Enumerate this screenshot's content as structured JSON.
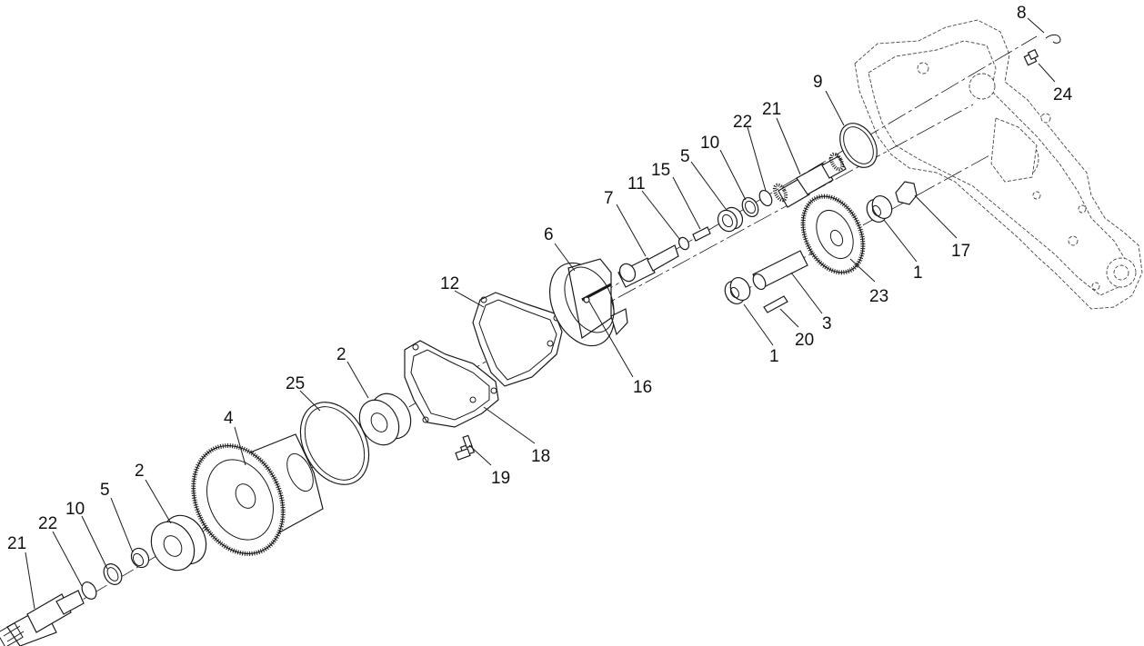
{
  "callouts": {
    "c1a": "1",
    "c1b": "1",
    "c2a": "2",
    "c2b": "2",
    "c3": "3",
    "c4": "4",
    "c5a": "5",
    "c5b": "5",
    "c6": "6",
    "c7": "7",
    "c8": "8",
    "c9": "9",
    "c10a": "10",
    "c10b": "10",
    "c11": "11",
    "c12": "12",
    "c15": "15",
    "c16": "16",
    "c17": "17",
    "c18": "18",
    "c19": "19",
    "c20": "20",
    "c21a": "21",
    "c21b": "21",
    "c22a": "22",
    "c22b": "22",
    "c23": "23",
    "c24": "24",
    "c25": "25"
  }
}
